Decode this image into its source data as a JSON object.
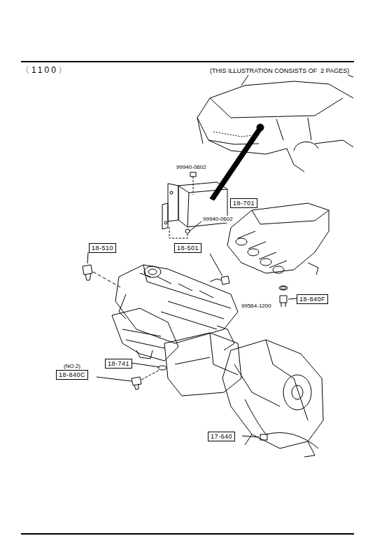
{
  "diagram": {
    "nodes": [
      {
        "text": [
          "18-701"
        ]
      },
      {
        "text": [
          "18-510"
        ]
      },
      {
        "text": [
          "18-501"
        ]
      },
      {
        "text": [
          "18-840F"
        ]
      },
      {
        "text": [
          "18-741"
        ]
      },
      {
        "text": [
          "(NO.2)",
          "18-840C"
        ]
      },
      {
        "text": [
          "17-640"
        ]
      }
    ],
    "labels": [
      "〈1100〉",
      "(THIS ILLUSTRATION CONSISTS OF  2 PAGES)",
      "99940-0602",
      "99940-0602",
      "99564-1200"
    ]
  }
}
